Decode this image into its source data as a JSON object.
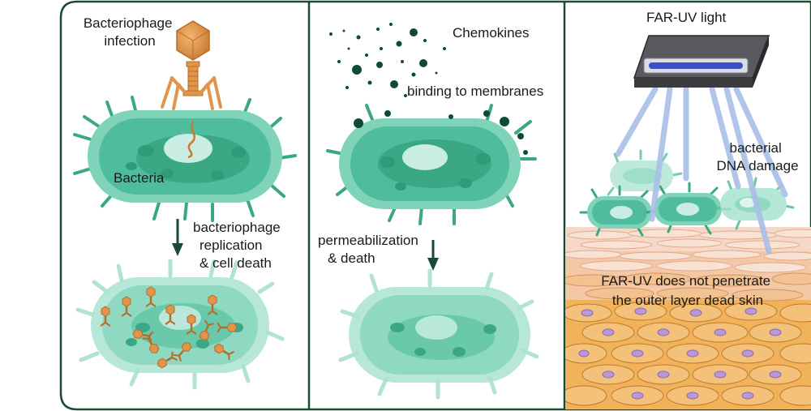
{
  "panels": [
    {
      "id": "bacteriophage",
      "labels": {
        "infection": [
          "Bacteriophage",
          "infection"
        ],
        "organism": "Bacteria",
        "process": [
          "bacteriophage",
          "replication",
          "& cell death"
        ]
      }
    },
    {
      "id": "chemokines",
      "labels": {
        "agent": "Chemokines",
        "binding": "binding to membranes",
        "process": [
          "permeabilization",
          "& death"
        ]
      }
    },
    {
      "id": "far-uv",
      "labels": {
        "source": "FAR-UV light",
        "damage": [
          "bacterial",
          "DNA damage"
        ],
        "skin_note": [
          "FAR-UV does not penetrate",
          "the outer layer dead skin"
        ]
      }
    }
  ],
  "colors": {
    "frame": "#1b4a33",
    "cell_outer": "#7fd3b9",
    "cell_mid": "#4fbc9d",
    "cell_core": "#3aa885",
    "nucleoid": "#c9ede3",
    "phage": "#e0954a",
    "phage_dark": "#b76d2a",
    "chemokine": "#0f4a36",
    "uv_beam": "#a9bfe6",
    "lamp_body": "#3b3b3e",
    "lamp_tube": "#3e4fc9",
    "skin_top": "#f6d8c9",
    "skin_mid": "#f2c8a6",
    "skin_low": "#f0b35a",
    "skin_cell_nucleus": "#b998d8"
  }
}
